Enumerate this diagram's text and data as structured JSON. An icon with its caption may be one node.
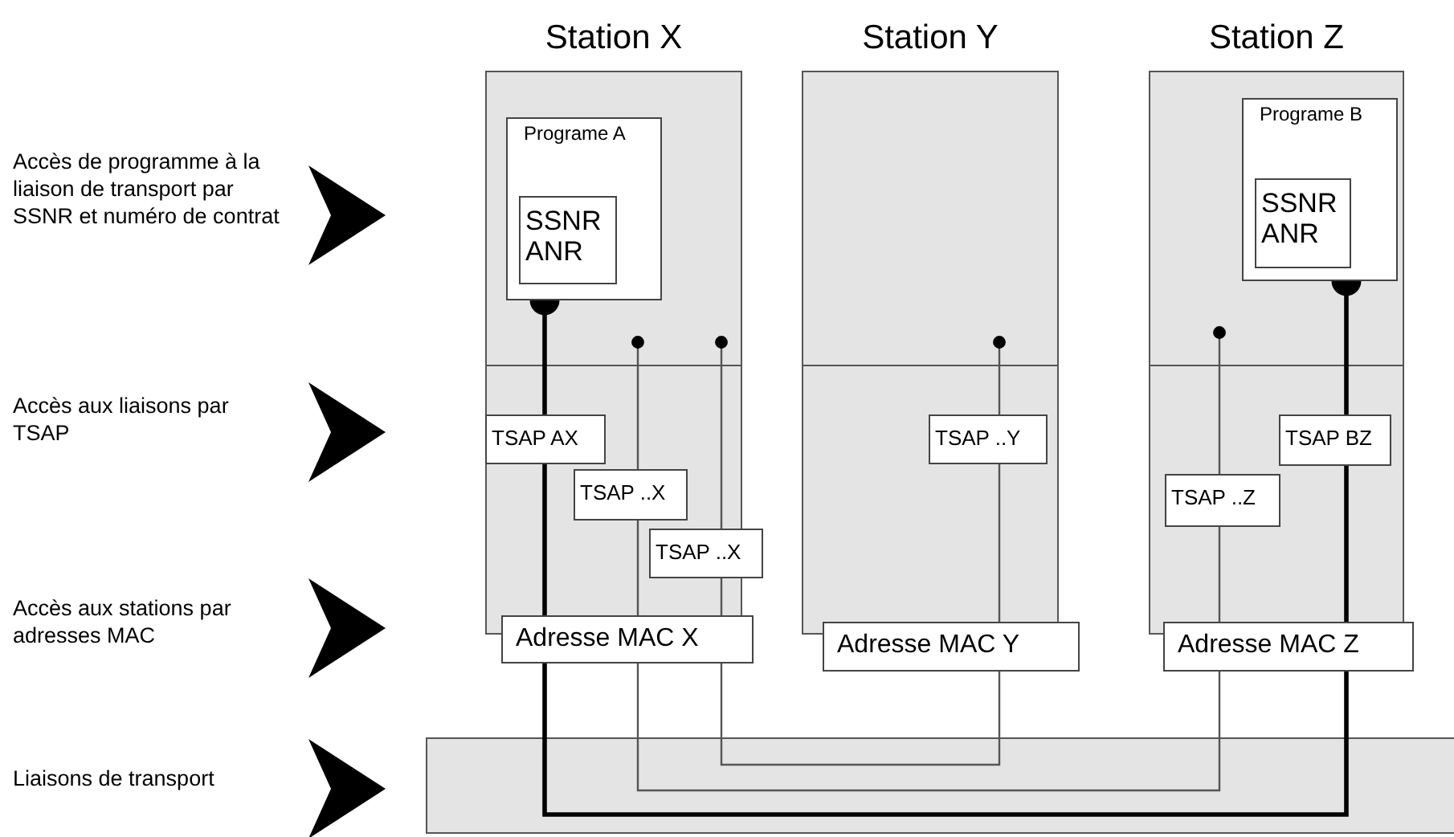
{
  "diagram": {
    "nodes": [
      {
        "text": [
          "Station X"
        ]
      },
      {
        "text": [
          "Programe A"
        ],
        "in": 0
      },
      {
        "text": [
          "SSNR ANR"
        ],
        "in": 1
      },
      {
        "text": [
          "TSAP AX"
        ],
        "in": 0
      },
      {
        "text": [
          "TSAP ..X"
        ],
        "in": 0
      },
      {
        "text": [
          "TSAP ..X"
        ],
        "in": 0
      },
      {
        "text": [
          "Adresse MAC X"
        ]
      },
      {
        "text": [
          "Station Y"
        ]
      },
      {
        "text": [
          "TSAP ..Y"
        ],
        "in": 7
      },
      {
        "text": [
          "Adresse MAC Y"
        ]
      },
      {
        "text": [
          "Station Z"
        ]
      },
      {
        "text": [
          "Programe B"
        ],
        "in": 10
      },
      {
        "text": [
          "SSNR ANR"
        ],
        "in": 11
      },
      {
        "text": [
          "TSAP ..Z"
        ],
        "in": 10
      },
      {
        "text": [
          "TSAP BZ"
        ],
        "in": 10
      },
      {
        "text": [
          "Adresse MAC Z"
        ]
      }
    ],
    "edges": [
      {
        "from": 1,
        "to": 3,
        "arrow": "other",
        "style": "thick"
      },
      {
        "from": 3,
        "to": 6,
        "arrow": "none",
        "style": "thick"
      },
      {
        "from": 6,
        "to": 15,
        "arrow": "none",
        "style": "thick"
      },
      {
        "from": 11,
        "to": 14,
        "arrow": "other",
        "style": "thick"
      },
      {
        "from": 14,
        "to": 15,
        "arrow": "none",
        "style": "thick"
      },
      {
        "from": null,
        "to": 4,
        "arrow": "other"
      },
      {
        "from": 4,
        "to": 6,
        "arrow": "none"
      },
      {
        "from": 6,
        "to": 15,
        "arrow": "none"
      },
      {
        "from": 13,
        "to": 15,
        "arrow": "none"
      },
      {
        "from": null,
        "to": 13,
        "arrow": "other"
      },
      {
        "from": null,
        "to": 5,
        "arrow": "other"
      },
      {
        "from": 5,
        "to": 6,
        "arrow": "none"
      },
      {
        "from": 6,
        "to": 9,
        "arrow": "none"
      },
      {
        "from": 8,
        "to": 9,
        "arrow": "none"
      },
      {
        "from": null,
        "to": 8,
        "arrow": "other"
      }
    ],
    "labels": [
      "Accès de programme à la liaison de transport par SSNR et numéro de contrat",
      "Accès aux liaisons par TSAP",
      "Accès aux stations par adresses MAC",
      "Liaisons de transport"
    ]
  }
}
